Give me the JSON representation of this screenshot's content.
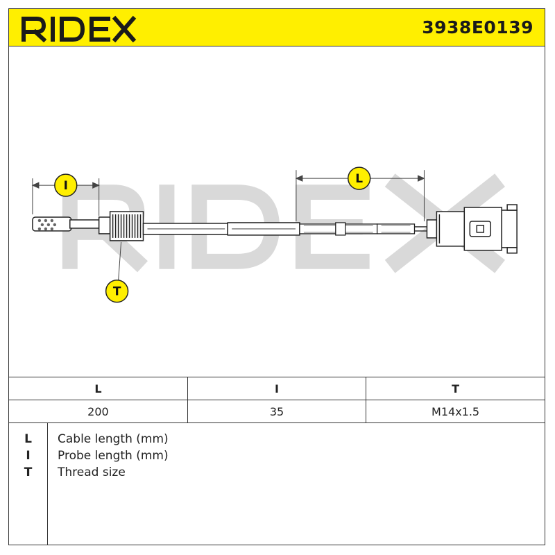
{
  "header": {
    "brand": "RIDEX",
    "part_number": "3938E0139",
    "accent_color": "#ffef00"
  },
  "drawing": {
    "watermark": "RIDEX",
    "markers": [
      {
        "key": "l_probe",
        "label": "I"
      },
      {
        "key": "l_cable",
        "label": "L"
      },
      {
        "key": "thread",
        "label": "T"
      }
    ]
  },
  "dimensions": {
    "headers": [
      "L",
      "I",
      "T"
    ],
    "values": [
      "200",
      "35",
      "M14x1.5"
    ]
  },
  "legend": [
    {
      "key": "L",
      "text": "Cable length (mm)"
    },
    {
      "key": "I",
      "text": "Probe length (mm)"
    },
    {
      "key": "T",
      "text": "Thread size"
    }
  ]
}
